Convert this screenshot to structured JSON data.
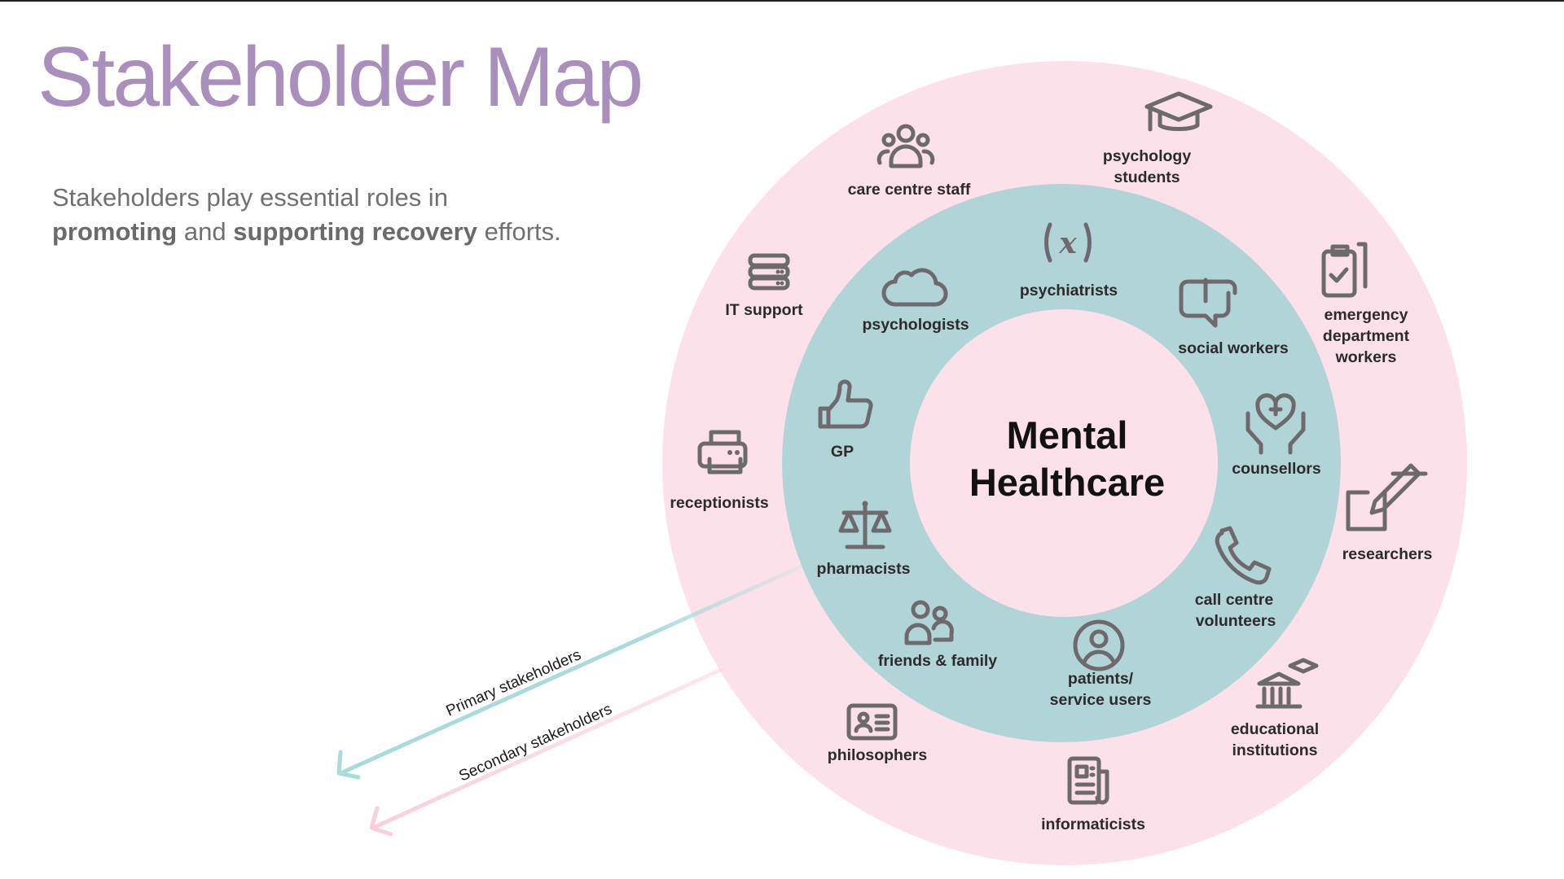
{
  "page": {
    "title": "Stakeholder Map",
    "subtitle_1": "Stakeholders play essential roles in",
    "subtitle_2a": "promoting",
    "subtitle_2b": " and ",
    "subtitle_2c": "supporting recovery",
    "subtitle_2d": " efforts."
  },
  "colors": {
    "title": "#a88fbc",
    "outer_ring": "#fde1ea",
    "middle_ring": "#b1d4d6",
    "core": "#fde1ea",
    "icon": "#6d6a6d",
    "primary_arrow": "#a8dbd9",
    "secondary_arrow": "#f9cfdb"
  },
  "center": {
    "line1": "Mental",
    "line2": "Healthcare"
  },
  "primary_stakeholders": [
    {
      "icon": "function-icon",
      "lines": [
        "psychiatrists"
      ]
    },
    {
      "icon": "chat-icon",
      "lines": [
        "social workers"
      ]
    },
    {
      "icon": "heart-hands-icon",
      "lines": [
        "counsellors"
      ]
    },
    {
      "icon": "phone-icon",
      "lines": [
        "call centre",
        "volunteers"
      ]
    },
    {
      "icon": "user-circle-icon",
      "lines": [
        "patients/",
        "service users"
      ]
    },
    {
      "icon": "people-icon",
      "lines": [
        "friends & family"
      ]
    },
    {
      "icon": "scales-icon",
      "lines": [
        "pharmacists"
      ]
    },
    {
      "icon": "thumbs-up-icon",
      "lines": [
        "GP"
      ]
    },
    {
      "icon": "cloud-icon",
      "lines": [
        "psychologists"
      ]
    }
  ],
  "secondary_stakeholders": [
    {
      "icon": "graduation-cap-icon",
      "lines": [
        "psychology",
        "students"
      ]
    },
    {
      "icon": "clipboard-check-icon",
      "lines": [
        "emergency",
        "department",
        "workers"
      ]
    },
    {
      "icon": "pencil-square-icon",
      "lines": [
        "researchers"
      ]
    },
    {
      "icon": "institution-icon",
      "lines": [
        "educational",
        "institutions"
      ]
    },
    {
      "icon": "newspaper-icon",
      "lines": [
        "informaticists"
      ]
    },
    {
      "icon": "id-card-icon",
      "lines": [
        "philosophers"
      ]
    },
    {
      "icon": "printer-icon",
      "lines": [
        "receptionists"
      ]
    },
    {
      "icon": "server-icon",
      "lines": [
        "IT support"
      ]
    },
    {
      "icon": "group-icon",
      "lines": [
        "care centre staff"
      ]
    }
  ],
  "arrows": {
    "primary": "Primary stakeholders",
    "secondary": "Secondary stakeholders"
  }
}
